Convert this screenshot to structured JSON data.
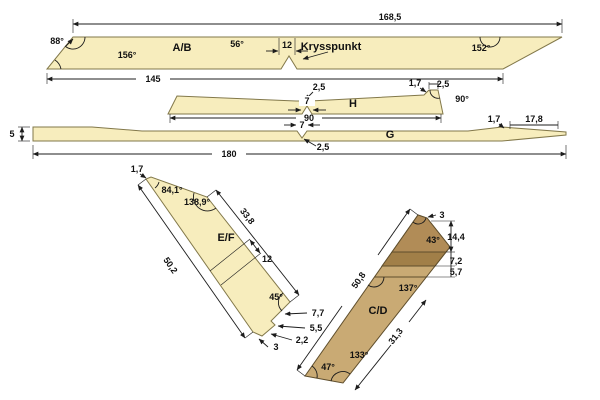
{
  "colors": {
    "background": "#ffffff",
    "cream": "#f7edbd",
    "tan": "#c9aa74",
    "tan_dark": "#b18c57",
    "tan_darker": "#a17f48",
    "ink": "#1c1c1c"
  },
  "ab": {
    "label": "A/B",
    "krysspunkt": "Krysspunkt",
    "dim_top": "168,5",
    "dim_bottom": "145",
    "dim_notch": "12",
    "angle_left": "88°",
    "angle_bottom_left": "156°",
    "angle_notch": "56°",
    "angle_right": "152°"
  },
  "h": {
    "label": "H",
    "dim_depth": "2,5",
    "dim_notch": "7",
    "dim_length": "90",
    "dim_end_a": "1,7",
    "dim_end_b": "2,5",
    "angle_end": "90°"
  },
  "g": {
    "label": "G",
    "dim_height": "5",
    "dim_notch": "7",
    "dim_notch_depth": "2,5",
    "dim_end_a": "1,7",
    "dim_end_b": "17,8",
    "dim_total": "180"
  },
  "ef": {
    "label": "E/F",
    "dim_tip": "1,7",
    "angle_tip": "84,1°",
    "angle_shoulder": "138,9°",
    "dim_upper_edge": "33,8",
    "dim_width": "12",
    "dim_lower_edge": "50,2",
    "angle_cut": "45°",
    "dim_cut_a": "7,7",
    "dim_cut_b": "5,5",
    "dim_cut_c": "2,2",
    "dim_cut_d": "3"
  },
  "cd": {
    "label": "C/D",
    "dim_tip": "3",
    "angle_top": "43°",
    "dim_seg_a": "14,4",
    "dim_seg_b": "7,2",
    "dim_seg_c": "5,7",
    "angle_mid": "137°",
    "dim_left_edge": "50,8",
    "dim_right_edge": "31,3",
    "angle_heel": "133°",
    "angle_tip": "47°"
  }
}
